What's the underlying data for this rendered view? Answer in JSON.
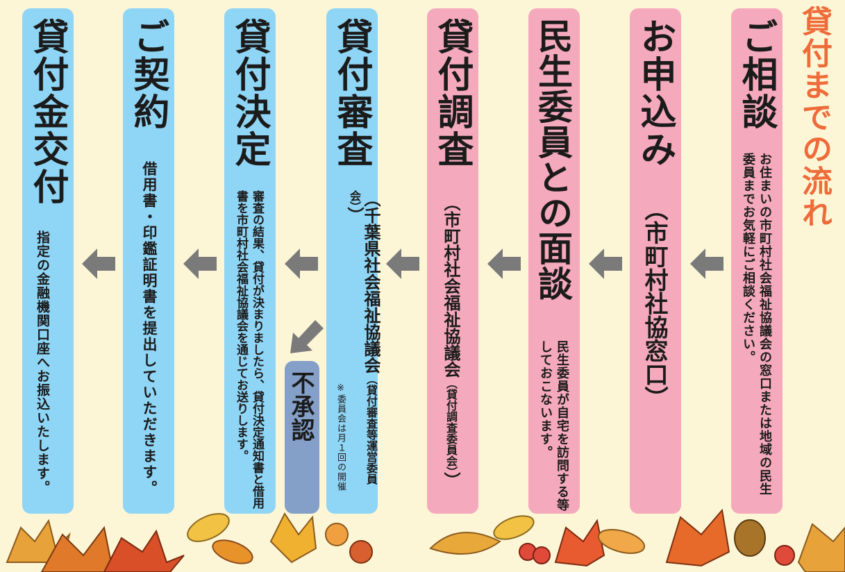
{
  "title": "貸付までの流れ",
  "steps": [
    {
      "label": "ご相談",
      "body": "お住まいの市町村社会福祉協議会の窓口または地域の民生委員までお気軽にご相談ください。"
    },
    {
      "label": "お申込み",
      "sub": "（市町村社協窓口）"
    },
    {
      "label": "民生委員との面談",
      "body": "民生委員が自宅を訪問する等しておこないます。"
    },
    {
      "label": "貸付調査",
      "sub": "（市町村社会福祉協議会",
      "sub_small": "（貸付調査委員会）",
      "sub_end": "）"
    },
    {
      "label": "貸付審査",
      "sub": "（千葉県社会福祉協議会",
      "sub_small": "（貸付審査等運営委員会）",
      "sub_end": "）",
      "note": "※委員会は月１回の開催"
    },
    {
      "label": "貸付決定",
      "body": "審査の結果、貸付が決まりましたら、貸付決定通知書と借用書を市町村社会福祉協議会を通じてお送りします。"
    },
    {
      "label": "ご契約",
      "body": "借用書・印鑑証明書を提出していただきます。"
    },
    {
      "label": "貸付金交付",
      "body": "指定の金融機関口座へお振込いたします。"
    }
  ],
  "rejected": "不承認",
  "colors": {
    "pink": "#f5a9bc",
    "blue": "#8fd5f5",
    "reject": "#85a0c8",
    "title": "#ee6b3a",
    "arrow": "#7a7a7a",
    "background": "#fdf6d6"
  },
  "icons": [
    "left-arrow-icon",
    "down-left-arrow-icon",
    "autumn-leaves-decoration"
  ]
}
